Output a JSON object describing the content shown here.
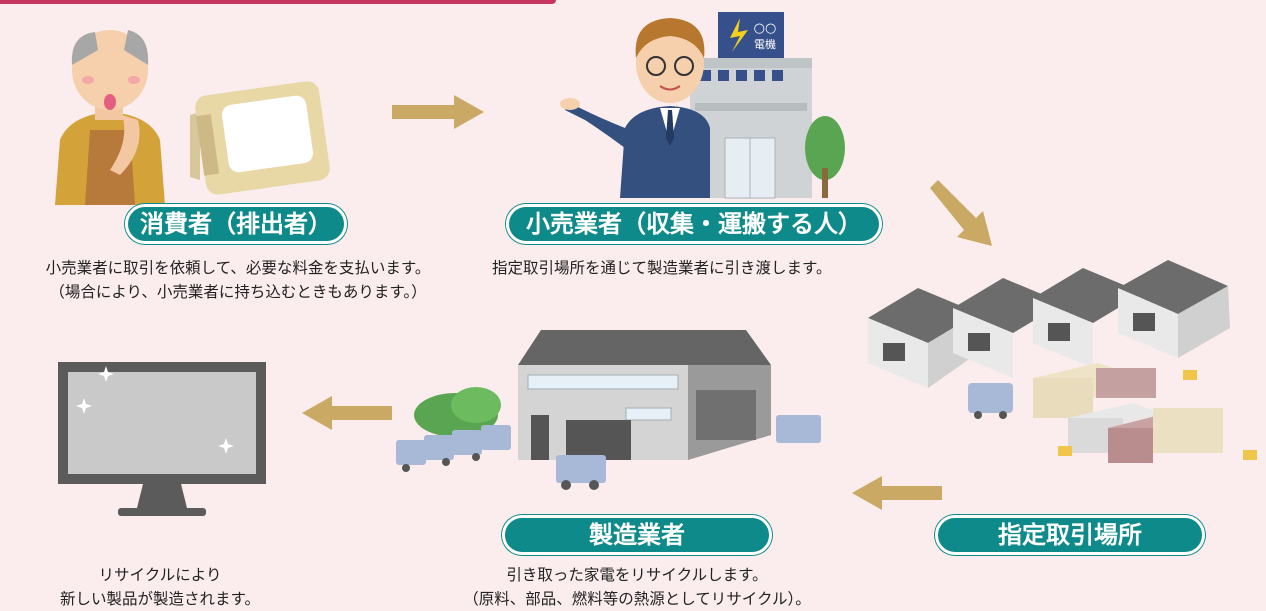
{
  "stages": {
    "consumer": {
      "title": "消費者（排出者）",
      "desc_lines": [
        "小売業者に取引を依頼して、必要な料金を支払います。",
        "（場合により、小売業者に持ち込むときもあります。）"
      ]
    },
    "retailer": {
      "title": "小売業者（収集・運搬する人）",
      "desc_lines": [
        "指定取引場所を通じて製造業者に引き渡します。"
      ],
      "building_sign": "○○\n電機"
    },
    "collection_site": {
      "title": "指定取引場所"
    },
    "manufacturer": {
      "title": "製造業者",
      "desc_lines": [
        "引き取った家電をリサイクルします。",
        "（原料、部品、燃料等の熱源としてリサイクル）。"
      ]
    },
    "new_product": {
      "desc_lines": [
        "リサイクルにより",
        "新しい製品が製造されます。"
      ]
    }
  },
  "colors": {
    "background": "#fbeced",
    "label_fill": "#0d8a89",
    "arrow": "#c9a963",
    "accent_bar": "#c7365e"
  }
}
